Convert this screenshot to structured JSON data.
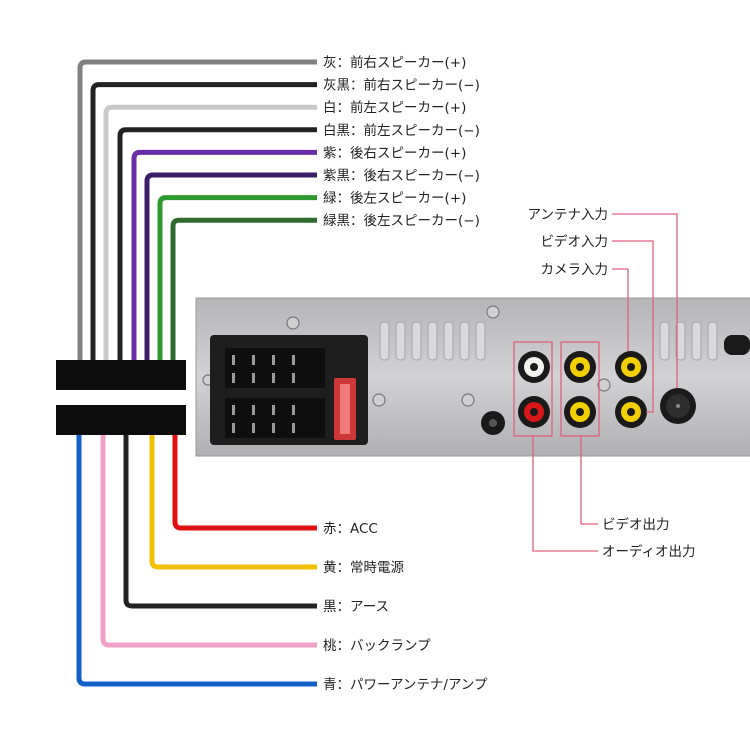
{
  "top_wires": [
    {
      "label": "灰：前右スピーカー(+)",
      "color": "#808080"
    },
    {
      "label": "灰黒：前右スピーカー(−)",
      "color": "#222222"
    },
    {
      "label": "白：前左スピーカー(+)",
      "color": "#c8c8c8"
    },
    {
      "label": "白黒：前左スピーカー(−)",
      "color": "#222222"
    },
    {
      "label": "紫：後右スピーカー(+)",
      "color": "#6a2fa8"
    },
    {
      "label": "紫黒：後右スピーカー(−)",
      "color": "#3a1d66"
    },
    {
      "label": "緑：後左スピーカー(+)",
      "color": "#2e9a2e"
    },
    {
      "label": "緑黒：後左スピーカー(−)",
      "color": "#2f6b2f"
    }
  ],
  "bottom_wires": [
    {
      "label": "赤：ACC",
      "color": "#e01010"
    },
    {
      "label": "黄：常時電源",
      "color": "#f2c000"
    },
    {
      "label": "黒：アース",
      "color": "#222222"
    },
    {
      "label": "桃：バックランプ",
      "color": "#f0a0c8"
    },
    {
      "label": "青：パワーアンテナ/アンプ",
      "color": "#1060c8"
    }
  ],
  "port_labels": {
    "antenna_in": "アンテナ入力",
    "video_in": "ビデオ入力",
    "camera_in": "カメラ入力",
    "video_out": "ビデオ出力",
    "audio_out": "オーディオ出力"
  },
  "colors": {
    "panel": "#c4c4c6",
    "connector": "#1e1e1e",
    "fuse": "#e03a3a",
    "rca_white": "#f2f2ee",
    "rca_red": "#d81818",
    "rca_yellow": "#f2d000",
    "callout_line": "#e0607e"
  }
}
